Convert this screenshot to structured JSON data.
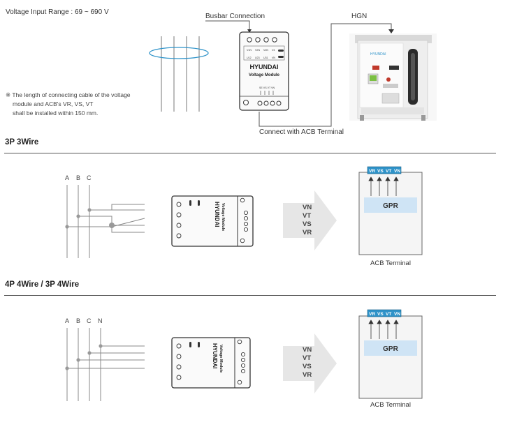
{
  "header": {
    "voltage_range": "Voltage Input Range : 69 ~ 690 V",
    "busbar_label": "Busbar Connection",
    "hgn_label": "HGN",
    "acb_connect_label": "Connect with ACB Terminal",
    "note_symbol": "※",
    "note_lines": [
      "The length of connecting cable of the voltage",
      "module and ACB's VR, VS, VT",
      "shall be installed within 150 mm."
    ]
  },
  "module": {
    "brand": "HYUNDAI",
    "name": "Voltage Module",
    "top_terminals": [
      "V1N",
      "V2N",
      "V2N",
      "V4"
    ],
    "bottom_terminals": [
      "U12",
      "U23",
      "U31",
      "VN"
    ],
    "output_terminals": [
      "SE",
      "VS",
      "VT",
      "VN"
    ]
  },
  "section_3p3w": {
    "title": "3P 3Wire",
    "phases": [
      "A",
      "B",
      "C"
    ],
    "signals": [
      "VN",
      "VT",
      "VS",
      "VR"
    ],
    "terminal_tags": [
      "VR",
      "VS",
      "VT",
      "VN"
    ],
    "block_label": "GPR",
    "terminal_label": "ACB Terminal"
  },
  "section_4p4w": {
    "title": "4P 4Wire / 3P 4Wire",
    "phases": [
      "A",
      "B",
      "C",
      "N"
    ],
    "signals": [
      "VN",
      "VT",
      "VS",
      "VR"
    ],
    "terminal_tags": [
      "VR",
      "VS",
      "VT",
      "VN"
    ],
    "block_label": "GPR",
    "terminal_label": "ACB Terminal"
  },
  "colors": {
    "line": "#555555",
    "tag_fill": "#2f93c9",
    "gpr_fill": "#cfe4f5",
    "arrow_fill": "#e6e6e6",
    "box_fill": "#f5f5f5"
  }
}
